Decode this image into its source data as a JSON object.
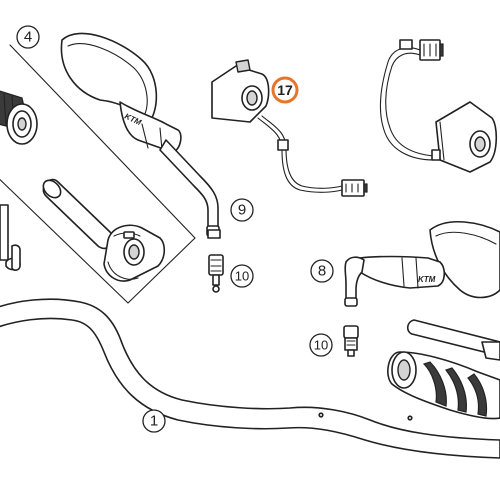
{
  "callouts": [
    {
      "id": "1",
      "label": "1",
      "highlight": false
    },
    {
      "id": "4",
      "label": "4",
      "highlight": false
    },
    {
      "id": "8",
      "label": "8",
      "highlight": false
    },
    {
      "id": "9",
      "label": "9",
      "highlight": false
    },
    {
      "id": "10a",
      "label": "10",
      "highlight": false
    },
    {
      "id": "10b",
      "label": "10",
      "highlight": false
    },
    {
      "id": "17",
      "label": "17",
      "highlight": true
    }
  ],
  "colors": {
    "highlight": "#e8742a",
    "line": "#222222",
    "shade": "#d4d4d4"
  },
  "logo_text": "KTM"
}
